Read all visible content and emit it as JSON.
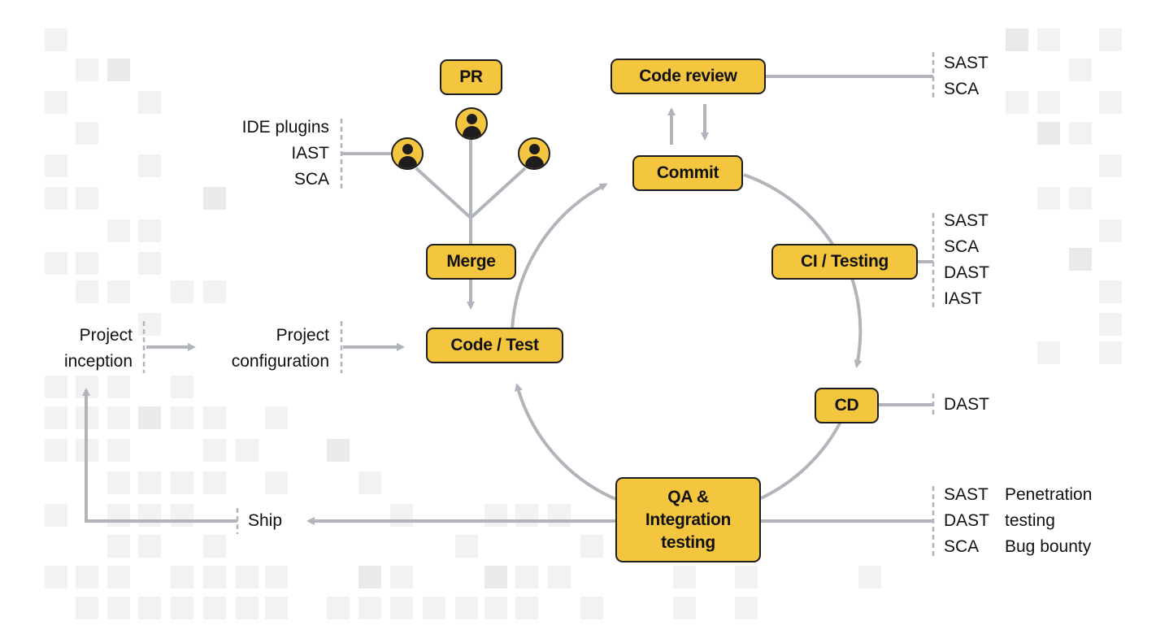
{
  "colors": {
    "box_fill": "#f4c53f",
    "box_border": "#1d1d1d",
    "connector": "#b1b5bb",
    "tile": "#f2f2f2"
  },
  "icons": {
    "avatar": "person-avatar-icon"
  },
  "nodes": {
    "pr": "PR",
    "code_review": "Code review",
    "commit": "Commit",
    "merge": "Merge",
    "code_test": "Code / Test",
    "ci_testing": "CI / Testing",
    "cd": "CD",
    "qa": [
      "QA &",
      "Integration",
      "testing"
    ]
  },
  "labels": {
    "project_inception": [
      "Project",
      "inception"
    ],
    "project_configuration": [
      "Project",
      "configuration"
    ],
    "ship": "Ship",
    "ide_tools": [
      "IDE plugins",
      "IAST",
      "SCA"
    ],
    "code_review_tools": [
      "SAST",
      "SCA"
    ],
    "ci_tools": [
      "SAST",
      "SCA",
      "DAST",
      "IAST"
    ],
    "cd_tools": [
      "DAST"
    ],
    "qa_tools": [
      "SAST",
      "DAST",
      "SCA"
    ],
    "qa_extra": [
      "Penetration",
      "testing",
      "Bug bounty"
    ]
  }
}
